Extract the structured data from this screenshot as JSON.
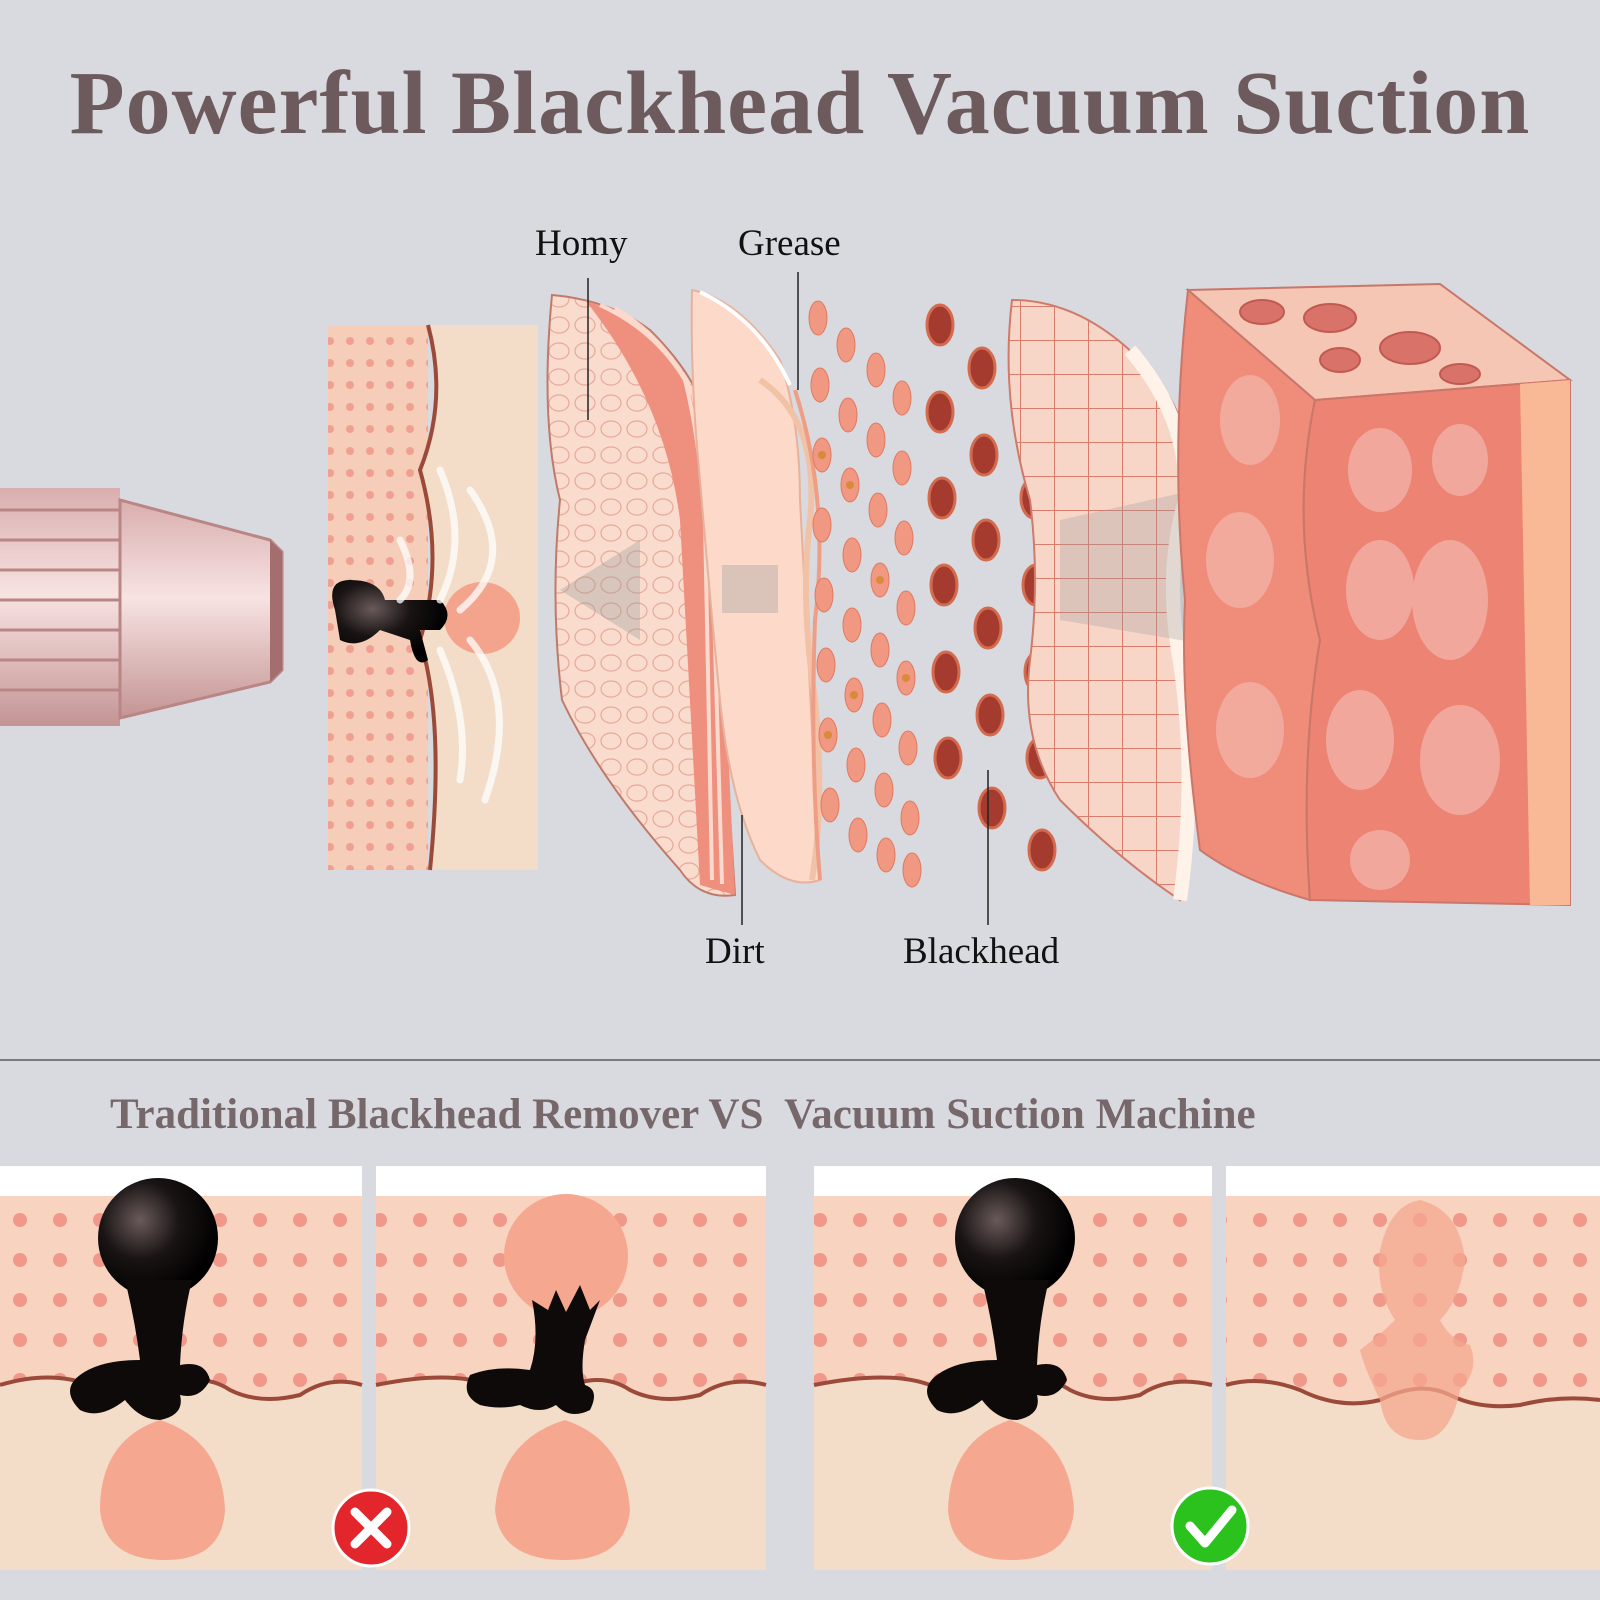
{
  "header": {
    "title": "Powerful Blackhead Vacuum Suction"
  },
  "diagram": {
    "labels": {
      "homy": "Homy",
      "grease": "Grease",
      "dirt": "Dirt",
      "blackhead": "Blackhead"
    }
  },
  "comparison": {
    "heading_left": "Traditional Blackhead Remover VS",
    "heading_right": "Vacuum Suction Machine",
    "bad_icon": "x-mark-icon",
    "good_icon": "check-mark-icon",
    "colors": {
      "bad": "#e3262b",
      "good": "#2bc21e"
    }
  }
}
